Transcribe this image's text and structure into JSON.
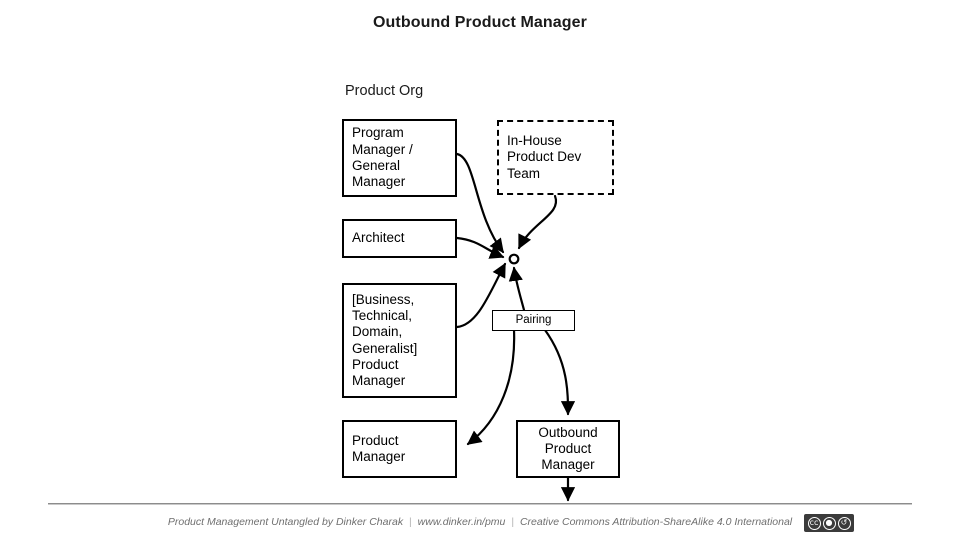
{
  "slide": {
    "title": "Outbound Product Manager",
    "group_label": "Product Org"
  },
  "nodes": {
    "program_manager": "Program\nManager /\nGeneral\nManager",
    "in_house_team": "In-House\nProduct Dev\nTeam",
    "architect": "Architect",
    "btdg_product_manager": "[Business,\nTechnical,\nDomain,\nGeneralist]\nProduct\nManager",
    "product_manager": "Product\nManager",
    "outbound_product_manager": "Outbound\nProduct\nManager",
    "pairing": "Pairing"
  },
  "footer": {
    "book": "Product Management Untangled by Dinker Charak",
    "separator": "|",
    "url": "www.dinker.in/pmu",
    "license": "Creative Commons Attribution-ShareAlike 4.0 International",
    "badge": {
      "cc": "cc",
      "by": "\u0001",
      "sa": "\u0002"
    }
  },
  "colors": {
    "stroke": "#000000",
    "background": "#ffffff",
    "footer_text": "#6f6f6f",
    "rule": "#8c8c8c",
    "badge_bg": "#3b3b3b"
  }
}
